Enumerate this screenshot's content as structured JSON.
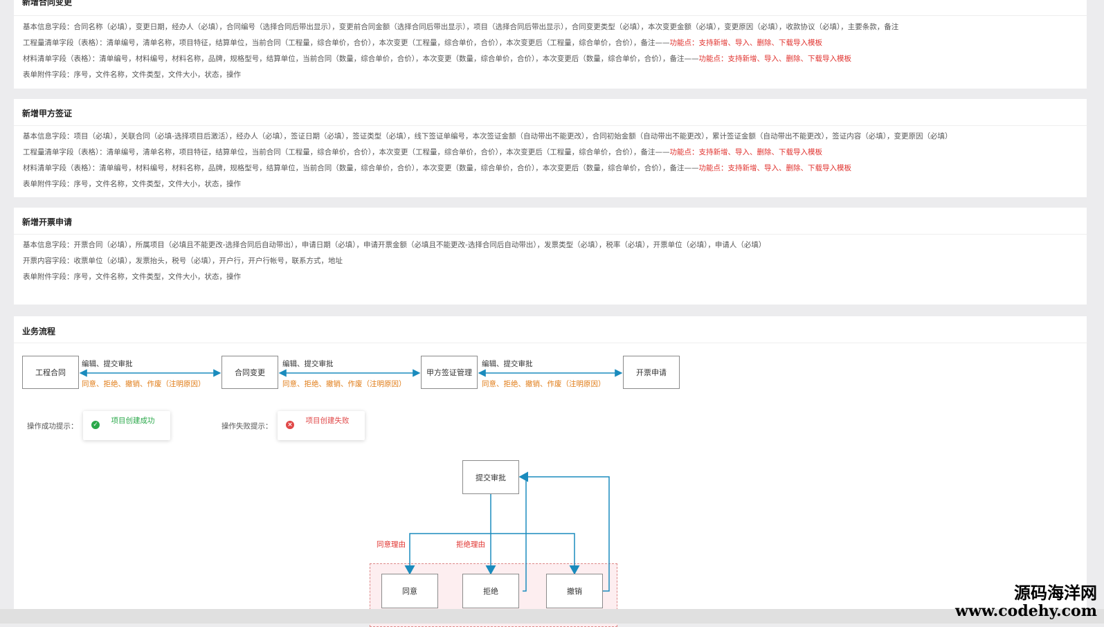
{
  "sections": {
    "contract_change": {
      "title": "新增合同变更",
      "rows": [
        {
          "text": "基本信息字段：合同名称（必填），变更日期，经办人（必填），合同编号（选择合同后带出显示），变更前合同金额（选择合同后带出显示），项目（选择合同后带出显示），合同变更类型（必填），本次变更金额（必填），变更原因（必填），收款协议（必填），主要条款，备注",
          "red": ""
        },
        {
          "text": "工程量清单字段（表格）：清单编号，清单名称，项目特征，结算单位，当前合同（工程量，综合单价，合价），本次变更（工程量，综合单价，合价），本次变更后（工程量，综合单价，合价），备注——",
          "red": "功能点：支持新增、导入、删除、下载导入模板"
        },
        {
          "text": "材料清单字段（表格）：清单编号，材料编号，材料名称，品牌，规格型号，结算单位，当前合同（数量，综合单价，合价），本次变更（数量，综合单价，合价），本次变更后（数量，综合单价，合价），备注——",
          "red": "功能点：支持新增、导入、删除、下载导入模板"
        },
        {
          "text": "表单附件字段：序号，文件名称，文件类型，文件大小，状态，操作",
          "red": ""
        }
      ]
    },
    "client_visa": {
      "title": "新增甲方签证",
      "rows": [
        {
          "text": "基本信息字段：项目（必填），关联合同（必填-选择项目后激活），经办人（必填），签证日期（必填），签证类型（必填），线下签证单编号，本次签证金额（自动带出不能更改），合同初始金额（自动带出不能更改），累计签证金额（自动带出不能更改），签证内容（必填），变更原因（必填）",
          "red": ""
        },
        {
          "text": "工程量清单字段（表格）：清单编号，清单名称，项目特征，结算单位，当前合同（工程量，综合单价，合价），本次变更（工程量，综合单价，合价），本次变更后（工程量，综合单价，合价），备注——",
          "red": "功能点：支持新增、导入、删除、下载导入模板"
        },
        {
          "text": "材料清单字段（表格）：清单编号，材料编号，材料名称，品牌，规格型号，结算单位，当前合同（数量，综合单价，合价），本次变更（数量，综合单价，合价），本次变更后（数量，综合单价，合价），备注——",
          "red": "功能点：支持新增、导入、删除、下载导入模板"
        },
        {
          "text": "表单附件字段：序号，文件名称，文件类型，文件大小，状态，操作",
          "red": ""
        }
      ]
    },
    "invoice_apply": {
      "title": "新增开票申请",
      "rows": [
        {
          "text": "基本信息字段：开票合同（必填），所属项目（必填且不能更改-选择合同后自动带出），申请日期（必填），申请开票金额（必填且不能更改-选择合同后自动带出），发票类型（必填），税率（必填），开票单位（必填），申请人（必填）",
          "red": ""
        },
        {
          "text": "开票内容字段：收票单位（必填），发票抬头，税号（必填），开户行，开户行帐号，联系方式，地址",
          "red": ""
        },
        {
          "text": "表单附件字段：序号，文件名称，文件类型，文件大小，状态，操作",
          "red": ""
        }
      ]
    }
  },
  "workflow": {
    "title": "业务流程",
    "nodes": [
      "工程合同",
      "合同变更",
      "甲方签证管理",
      "开票申请"
    ],
    "forward_label": "编辑、提交审批",
    "back_label": "同意、拒绝、撤销、作废（注明原因）",
    "success_label": "操作成功提示：",
    "success_text": "项目创建成功",
    "fail_label": "操作失败提示：",
    "fail_text": "项目创建失败",
    "approval": {
      "submit": "提交审批",
      "agree_reason": "同意理由",
      "reject_reason": "拒绝理由",
      "agree": "同意",
      "reject": "拒绝",
      "revoke": "撤销"
    }
  },
  "watermark": {
    "line1": "源码海洋网",
    "line2": "www.codehy.com"
  },
  "colors": {
    "arrow": "#1a8bbd",
    "red": "#e0312d",
    "orange": "#e07b15",
    "success": "#2aa84a",
    "fail": "#e04848"
  }
}
